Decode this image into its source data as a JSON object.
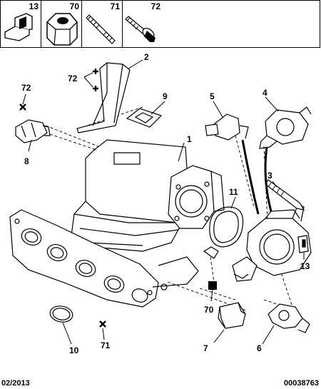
{
  "header_parts": [
    {
      "number": "13",
      "icon": "bracket-clip-icon"
    },
    {
      "number": "70",
      "icon": "rubber-sleeve-icon"
    },
    {
      "number": "71",
      "icon": "stud-bolt-icon"
    },
    {
      "number": "72",
      "icon": "flange-screw-icon"
    }
  ],
  "callouts": {
    "c1": "1",
    "c2": "2",
    "c3": "3",
    "c4": "4",
    "c5": "5",
    "c6": "6",
    "c7": "7",
    "c8": "8",
    "c9": "9",
    "c10": "10",
    "c11": "11",
    "c13": "13",
    "c70": "70",
    "c71": "71",
    "c72a": "72",
    "c72b": "72"
  },
  "footer": {
    "date": "02/2013",
    "reference": "00038763"
  },
  "colors": {
    "line": "#000000",
    "background": "#ffffff"
  }
}
